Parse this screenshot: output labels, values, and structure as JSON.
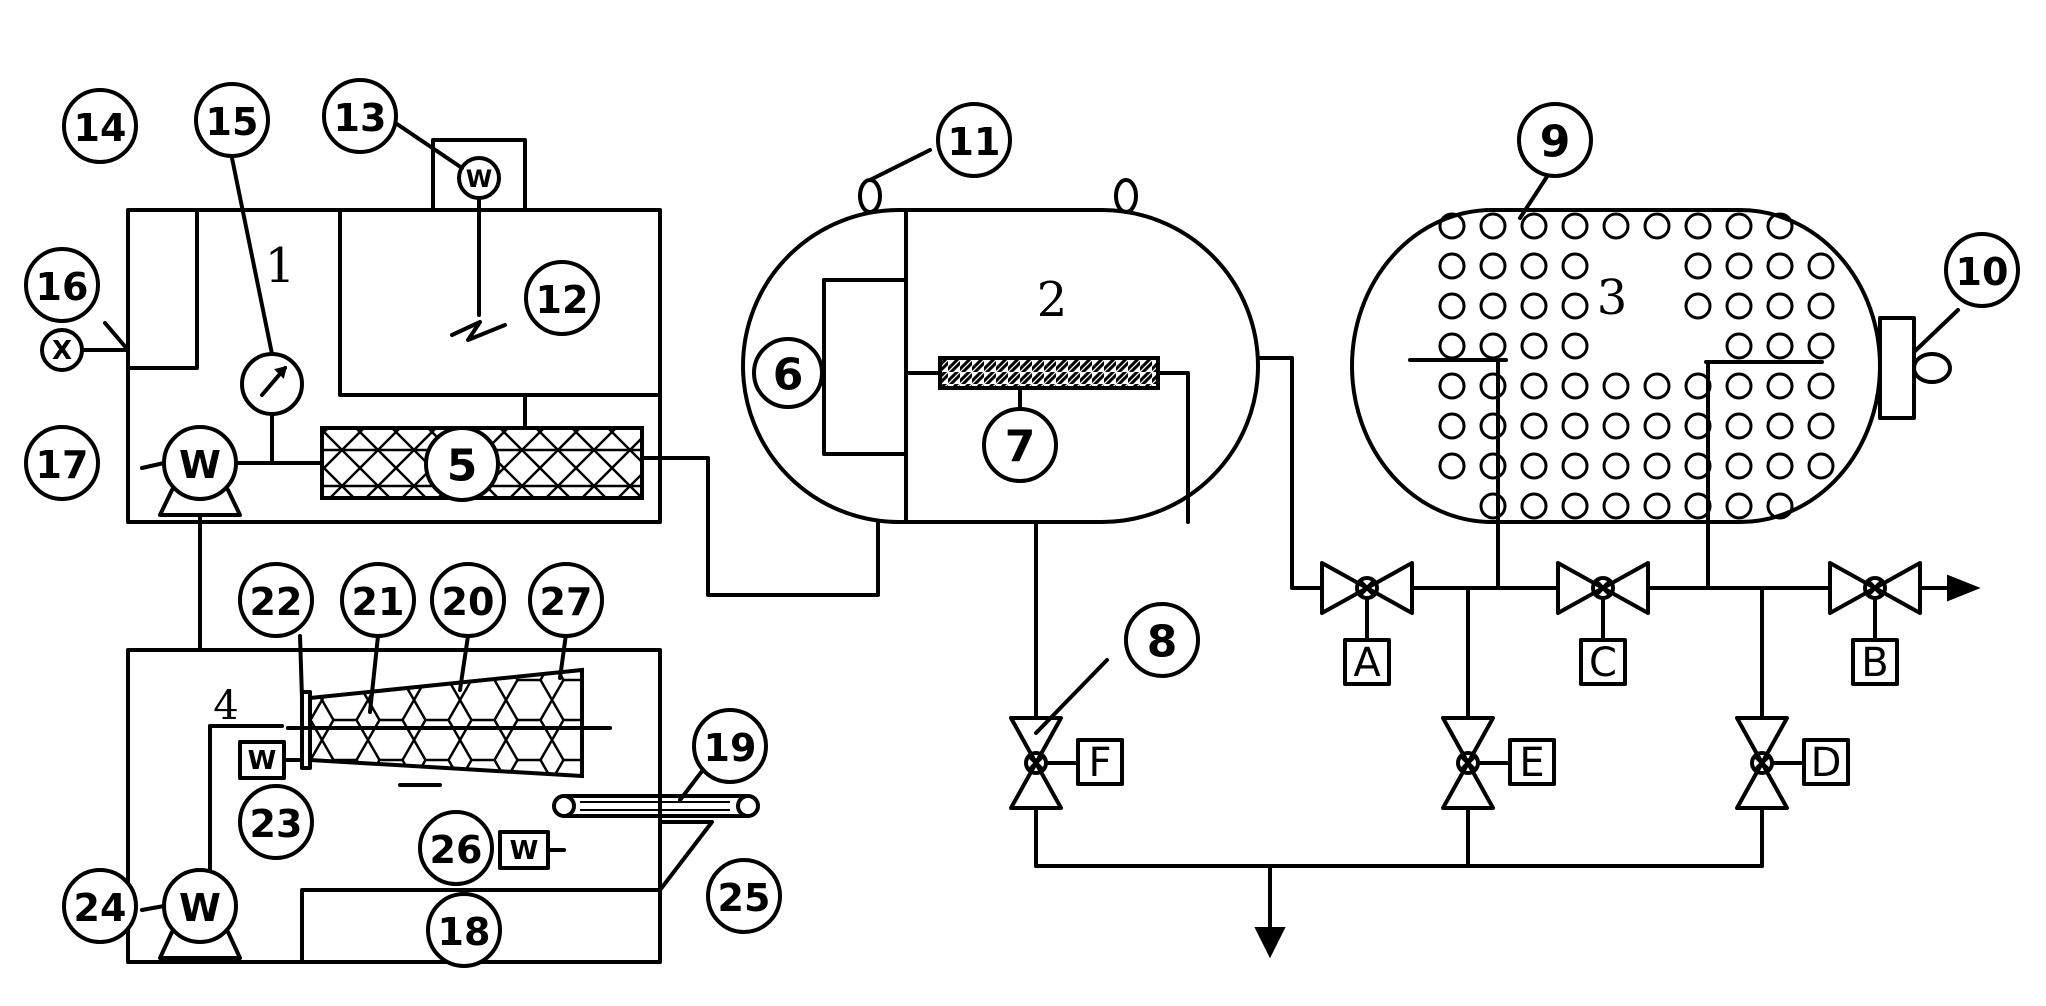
{
  "units": {
    "u1": "1",
    "u2": "2",
    "u3": "3",
    "u4": "4"
  },
  "callouts": {
    "c5": "5",
    "c6": "6",
    "c7": "7",
    "c8": "8",
    "c9": "9",
    "c10": "10",
    "c11": "11",
    "c12": "12",
    "c13": "13",
    "c14": "14",
    "c15": "15",
    "c16": "16",
    "c17": "17",
    "c18": "18",
    "c19": "19",
    "c20": "20",
    "c21": "21",
    "c22": "22",
    "c23": "23",
    "c24": "24",
    "c25": "25",
    "c26": "26",
    "c27": "27"
  },
  "valves": {
    "A": "A",
    "B": "B",
    "C": "C",
    "D": "D",
    "E": "E",
    "F": "F"
  },
  "symbols": {
    "motor": "W",
    "valve16": "X"
  }
}
